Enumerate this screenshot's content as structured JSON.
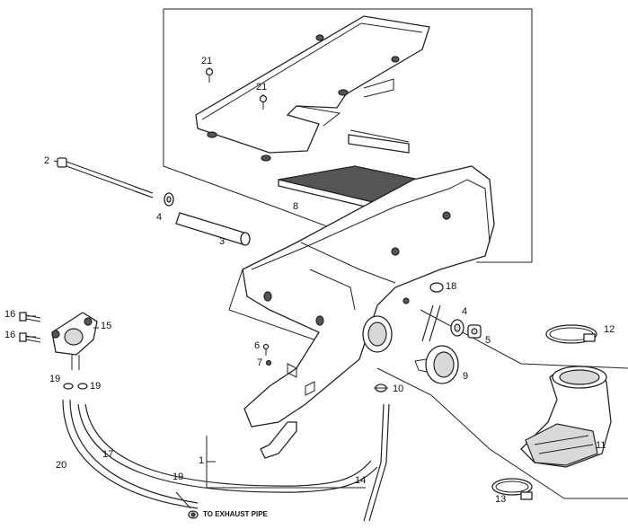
{
  "callouts": {
    "n1": "1",
    "n2": "2",
    "n3": "3",
    "n4a": "4",
    "n4b": "4",
    "n5": "5",
    "n6": "6",
    "n7": "7",
    "n8": "8",
    "n9": "9",
    "n10": "10",
    "n11": "11",
    "n12": "12",
    "n13": "13",
    "n14": "14",
    "n15": "15",
    "n16a": "16",
    "n16b": "16",
    "n17": "17",
    "n18": "18",
    "n19a": "19",
    "n19b": "19",
    "n19c": "19",
    "n20": "20",
    "n21a": "21",
    "n21b": "21"
  },
  "notes": {
    "exhaust": "TO EXHAUST PIPE"
  }
}
